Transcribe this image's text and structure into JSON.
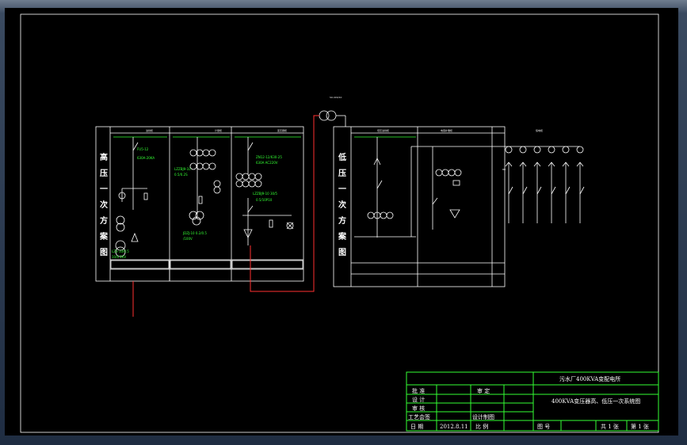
{
  "colors": {
    "background": "#000000",
    "lines": "#ffffff",
    "labels": "#33ff33",
    "cable": "#ff3030",
    "title_block": "#33ff33"
  },
  "hv_panel": {
    "vertical_title": [
      "高",
      "压",
      "一",
      "次",
      "方",
      "案",
      "图"
    ],
    "columns": [
      {
        "header": "进线柜",
        "equipment": [
          "FU5-12",
          "630A-20KA",
          "LZ3-10/0.5",
          "10/0.1KV"
        ]
      },
      {
        "header": "计量柜",
        "equipment": [
          "LZZBJ9-10",
          "0.5/0.2S",
          "JDZJ-10 0.2/0.5",
          "/100V"
        ]
      },
      {
        "header": "变压器柜",
        "equipment": [
          "ZN12-12/630-25",
          "630A AC220V",
          "LZZBJ9-10 30/5",
          "0.5/10P10"
        ]
      }
    ]
  },
  "lv_panel": {
    "vertical_title": [
      "低",
      "压",
      "一",
      "次",
      "方",
      "案",
      "图"
    ],
    "columns": [
      {
        "header": "低压进线柜"
      },
      {
        "header": "电容补偿柜"
      },
      {
        "header": "馈电柜"
      }
    ]
  },
  "transformer_label": "S9-400/10",
  "title_block": {
    "project": "污水厂400KVA变配电所",
    "drawing_title": "400KVA变压器高、低压一次系统图",
    "approved": "批 准",
    "reviewed": "审 定",
    "design": "设 计",
    "check": "审 核",
    "process_check": "工艺会签",
    "design_drawing": "设计制图",
    "date_label": "日 期",
    "date": "2012.8.11",
    "scale_label": "比 例",
    "drawing_no": "图 号",
    "sheets": "共 1 张",
    "sheet": "第 1 张"
  }
}
